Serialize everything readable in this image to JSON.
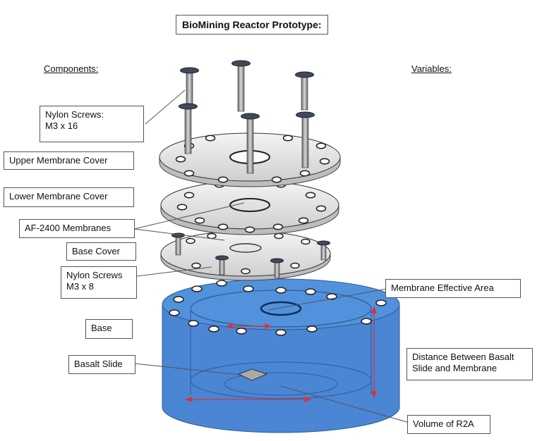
{
  "title": "BioMining Reactor Prototype:",
  "headings": {
    "left": "Components:",
    "right": "Variables:"
  },
  "components": {
    "nylon_screws_long": [
      "Nylon Screws:",
      "M3 x 16"
    ],
    "upper_cover": "Upper Membrane Cover",
    "lower_cover": "Lower Membrane Cover",
    "membranes": "AF-2400 Membranes",
    "base_cover": "Base Cover",
    "nylon_screws_short": [
      "Nylon Screws",
      "M3 x 8"
    ],
    "base": "Base",
    "basalt_slide": "Basalt Slide"
  },
  "variables": {
    "membrane_area": "Membrane Effective Area",
    "distance": [
      "Distance Between Basalt",
      "Slide and Membrane"
    ],
    "volume": "Volume of R2A"
  },
  "colors": {
    "base_blue": "#4a86d4",
    "base_blue_dark": "#3a70b8",
    "disc_gray": "#e2e2e2",
    "arrow_red": "#e03030"
  }
}
